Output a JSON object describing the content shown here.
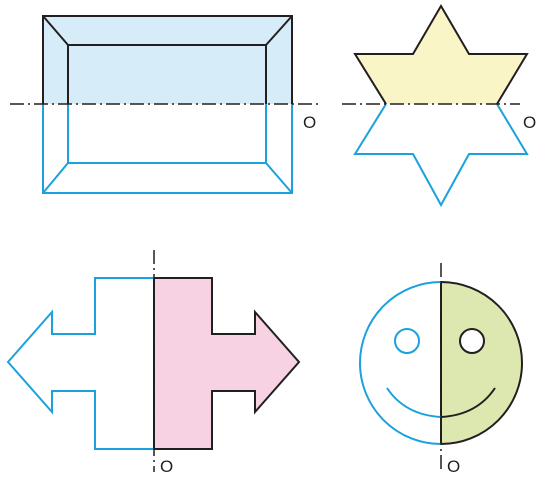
{
  "figures": [
    {
      "name": "rectangle-frame",
      "axis": "horizontal",
      "axis_label": "O"
    },
    {
      "name": "six-point-star",
      "axis": "horizontal",
      "axis_label": "O"
    },
    {
      "name": "arrow-shape",
      "axis": "vertical",
      "axis_label": "O"
    },
    {
      "name": "smiley-face",
      "axis": "vertical",
      "axis_label": "O"
    }
  ],
  "colors": {
    "stroke_dark": "#231f20",
    "stroke_reflection": "#1ba1dc",
    "rect_fill": "#d6ecf8",
    "star_fill": "#faf5c6",
    "arrow_fill": "#f7d2e3",
    "smiley_fill": "#dde8b0"
  }
}
